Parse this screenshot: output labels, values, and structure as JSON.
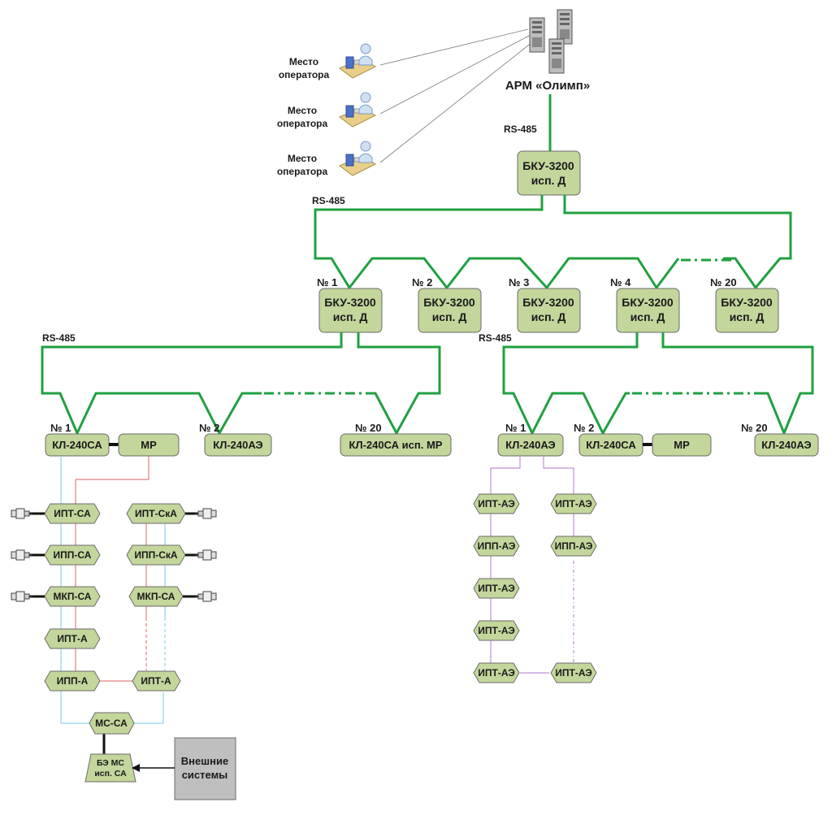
{
  "operators": [
    {
      "line1": "Место",
      "line2": "оператора"
    },
    {
      "line1": "Место",
      "line2": "оператора"
    },
    {
      "line1": "Место",
      "line2": "оператора"
    }
  ],
  "arm_label": "АРМ «Олимп»",
  "rs485": "RS-485",
  "top_bku": {
    "line1": "БКУ-3200",
    "line2": "исп. Д"
  },
  "bku_row": [
    {
      "num": "№ 1",
      "line1": "БКУ-3200",
      "line2": "исп. Д"
    },
    {
      "num": "№ 2",
      "line1": "БКУ-3200",
      "line2": "исп. Д"
    },
    {
      "num": "№ 3",
      "line1": "БКУ-3200",
      "line2": "исп. Д"
    },
    {
      "num": "№ 4",
      "line1": "БКУ-3200",
      "line2": "исп. Д"
    },
    {
      "num": "№ 20",
      "line1": "БКУ-3200",
      "line2": "исп. Д"
    }
  ],
  "left_kl": [
    {
      "num": "№ 1",
      "label": "КЛ-240СА"
    },
    {
      "num": "№ 2",
      "label": "КЛ-240АЭ"
    },
    {
      "num": "№ 20",
      "label": "КЛ-240СА исп. МР"
    }
  ],
  "right_kl": [
    {
      "num": "№ 1",
      "label": "КЛ-240АЭ"
    },
    {
      "num": "№ 2",
      "label": "КЛ-240СА"
    },
    {
      "num": "№ 20",
      "label": "КЛ-240АЭ"
    }
  ],
  "mr": "МР",
  "left_col1": [
    "ИПТ-СА",
    "ИПП-СА",
    "МКП-СА",
    "ИПТ-А",
    "ИПП-А"
  ],
  "left_col2": [
    "ИПТ-СкА",
    "ИПП-СкА",
    "МКП-СА",
    "ИПТ-А"
  ],
  "mc": "МС-СА",
  "be": {
    "line1": "БЭ МС",
    "line2": "исп. СА"
  },
  "external": {
    "line1": "Внешние",
    "line2": "системы"
  },
  "right_col1": [
    "ИПТ-АЭ",
    "ИПП-АЭ",
    "ИПТ-АЭ",
    "ИПТ-АЭ",
    "ИПТ-АЭ"
  ],
  "right_col2": [
    "ИПТ-АЭ",
    "ИПП-АЭ",
    "ИПТ-АЭ"
  ]
}
